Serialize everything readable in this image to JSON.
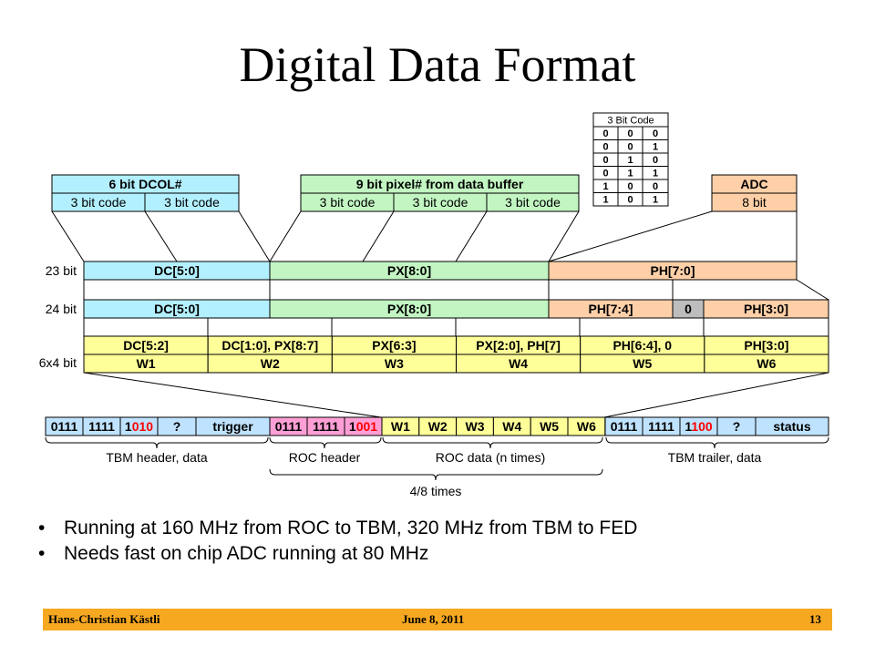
{
  "title": "Digital Data Format",
  "code_table": {
    "header": "3 Bit Code",
    "rows": [
      [
        "0",
        "0",
        "0"
      ],
      [
        "0",
        "0",
        "1"
      ],
      [
        "0",
        "1",
        "0"
      ],
      [
        "0",
        "1",
        "1"
      ],
      [
        "1",
        "0",
        "0"
      ],
      [
        "1",
        "0",
        "1"
      ]
    ]
  },
  "top_boxes": {
    "dcol": {
      "title": "6 bit DCOL#",
      "subs": [
        "3 bit code",
        "3 bit code"
      ]
    },
    "pixel": {
      "title": "9 bit pixel# from data buffer",
      "subs": [
        "3 bit code",
        "3 bit code",
        "3 bit code"
      ]
    },
    "adc": {
      "title": "ADC",
      "sub": "8 bit"
    }
  },
  "row_labels": {
    "r23": "23 bit",
    "r24": "24 bit",
    "r6x4": "6x4 bit"
  },
  "row23": [
    "DC[5:0]",
    "PX[8:0]",
    "PH[7:0]"
  ],
  "row24": [
    "DC[5:0]",
    "PX[8:0]",
    "PH[7:4]",
    "0",
    "PH[3:0]"
  ],
  "row6x4": {
    "contents": [
      "DC[5:2]",
      "DC[1:0], PX[8:7]",
      "PX[6:3]",
      "PX[2:0], PH[7]",
      "PH[6:4], 0",
      "PH[3:0]"
    ],
    "words": [
      "W1",
      "W2",
      "W3",
      "W4",
      "W5",
      "W6"
    ]
  },
  "stream": {
    "tbm_header": {
      "b1": "0111",
      "b2": "1111",
      "b3a": "1",
      "b3b": "010",
      "q": "?",
      "label": "trigger"
    },
    "roc_header": {
      "b1": "0111",
      "b2": "1111",
      "b3a": "1",
      "b3b": "001"
    },
    "words": [
      "W1",
      "W2",
      "W3",
      "W4",
      "W5",
      "W6"
    ],
    "tbm_trailer": {
      "b1": "0111",
      "b2": "1111",
      "b3a": "1",
      "b3b": "100",
      "q": "?",
      "label": "status"
    }
  },
  "braces": {
    "tbm_header": "TBM header, data",
    "roc_header": "ROC header",
    "roc_data": "ROC data (n times)",
    "tbm_trailer": "TBM trailer, data",
    "times": "4/8 times"
  },
  "bullets": [
    "Running at 160 MHz from ROC to TBM, 320 MHz from TBM to FED",
    "Needs fast on chip ADC running at 80 MHz"
  ],
  "footer": {
    "author": "Hans-Christian Kästli",
    "date": "June 8, 2011",
    "page": "13"
  },
  "colors": {
    "dcol": "#b3f0ff",
    "pixel": "#c2f5c2",
    "adc": "#ffd0a8",
    "grey": "#bdbdbd",
    "word": "#ffff99",
    "tbm": "#bfe3ff",
    "roc": "#ff9fd6",
    "red_bits": "#ff0000",
    "footer": "#f6a821"
  }
}
